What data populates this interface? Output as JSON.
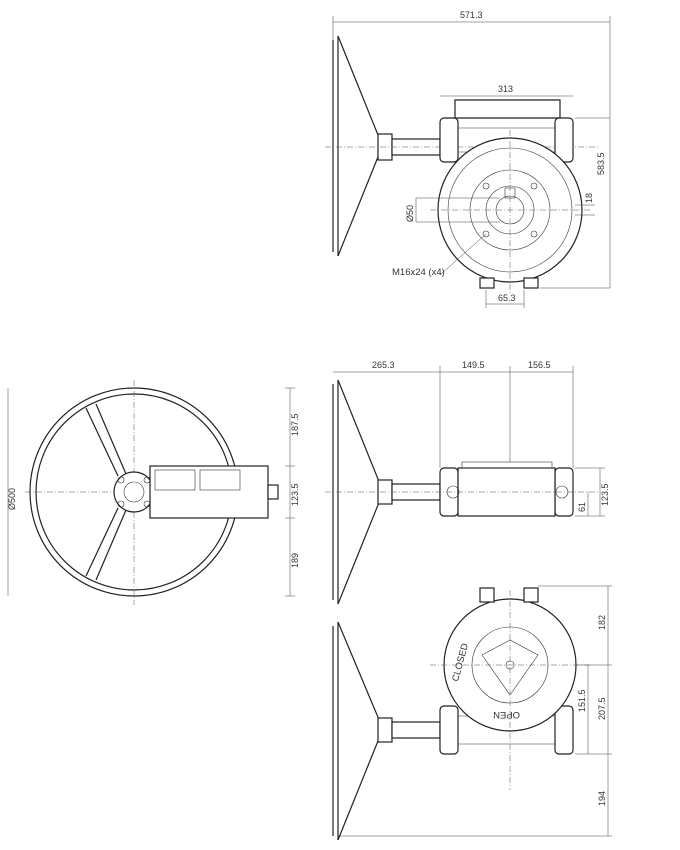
{
  "dimensions": {
    "top_width": "571.3",
    "top_inner": "313",
    "top_height": "583.5",
    "bore_dia": "Ø50",
    "key_width": "18",
    "bolt_label": "M16x24 (x4)",
    "bolt_spacing": "65.3",
    "side_a": "265.3",
    "side_b": "149.5",
    "side_c": "156.5",
    "side_h1": "61",
    "side_h2": "123.5",
    "wheel_dia": "Ø500",
    "wheel_up": "187.5",
    "wheel_mid": "123.5",
    "wheel_down": "189",
    "bottom_top": "182",
    "bottom_mid1": "151.5",
    "bottom_mid2": "207.5",
    "bottom_low": "194"
  },
  "indicator": {
    "closed": "CLOSED",
    "open": "OPEN"
  }
}
